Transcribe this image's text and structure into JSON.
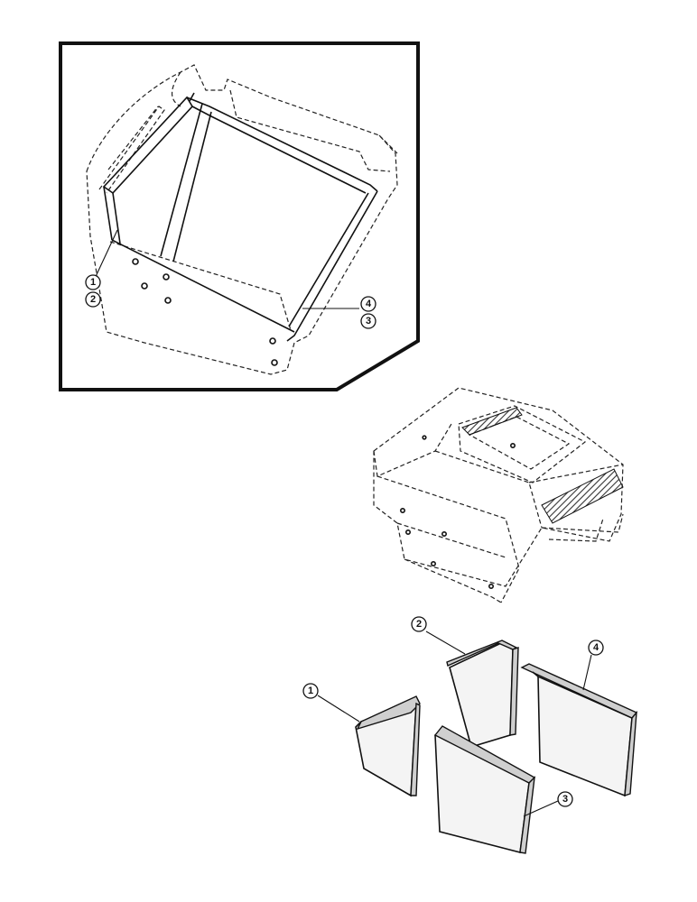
{
  "diagram": {
    "callouts_inset": [
      "1",
      "2",
      "4",
      "3"
    ],
    "callouts_parts": [
      "1",
      "2",
      "3",
      "4"
    ]
  },
  "colors": {
    "line": "#111111",
    "background": "#ffffff",
    "hatch": "#333333"
  }
}
